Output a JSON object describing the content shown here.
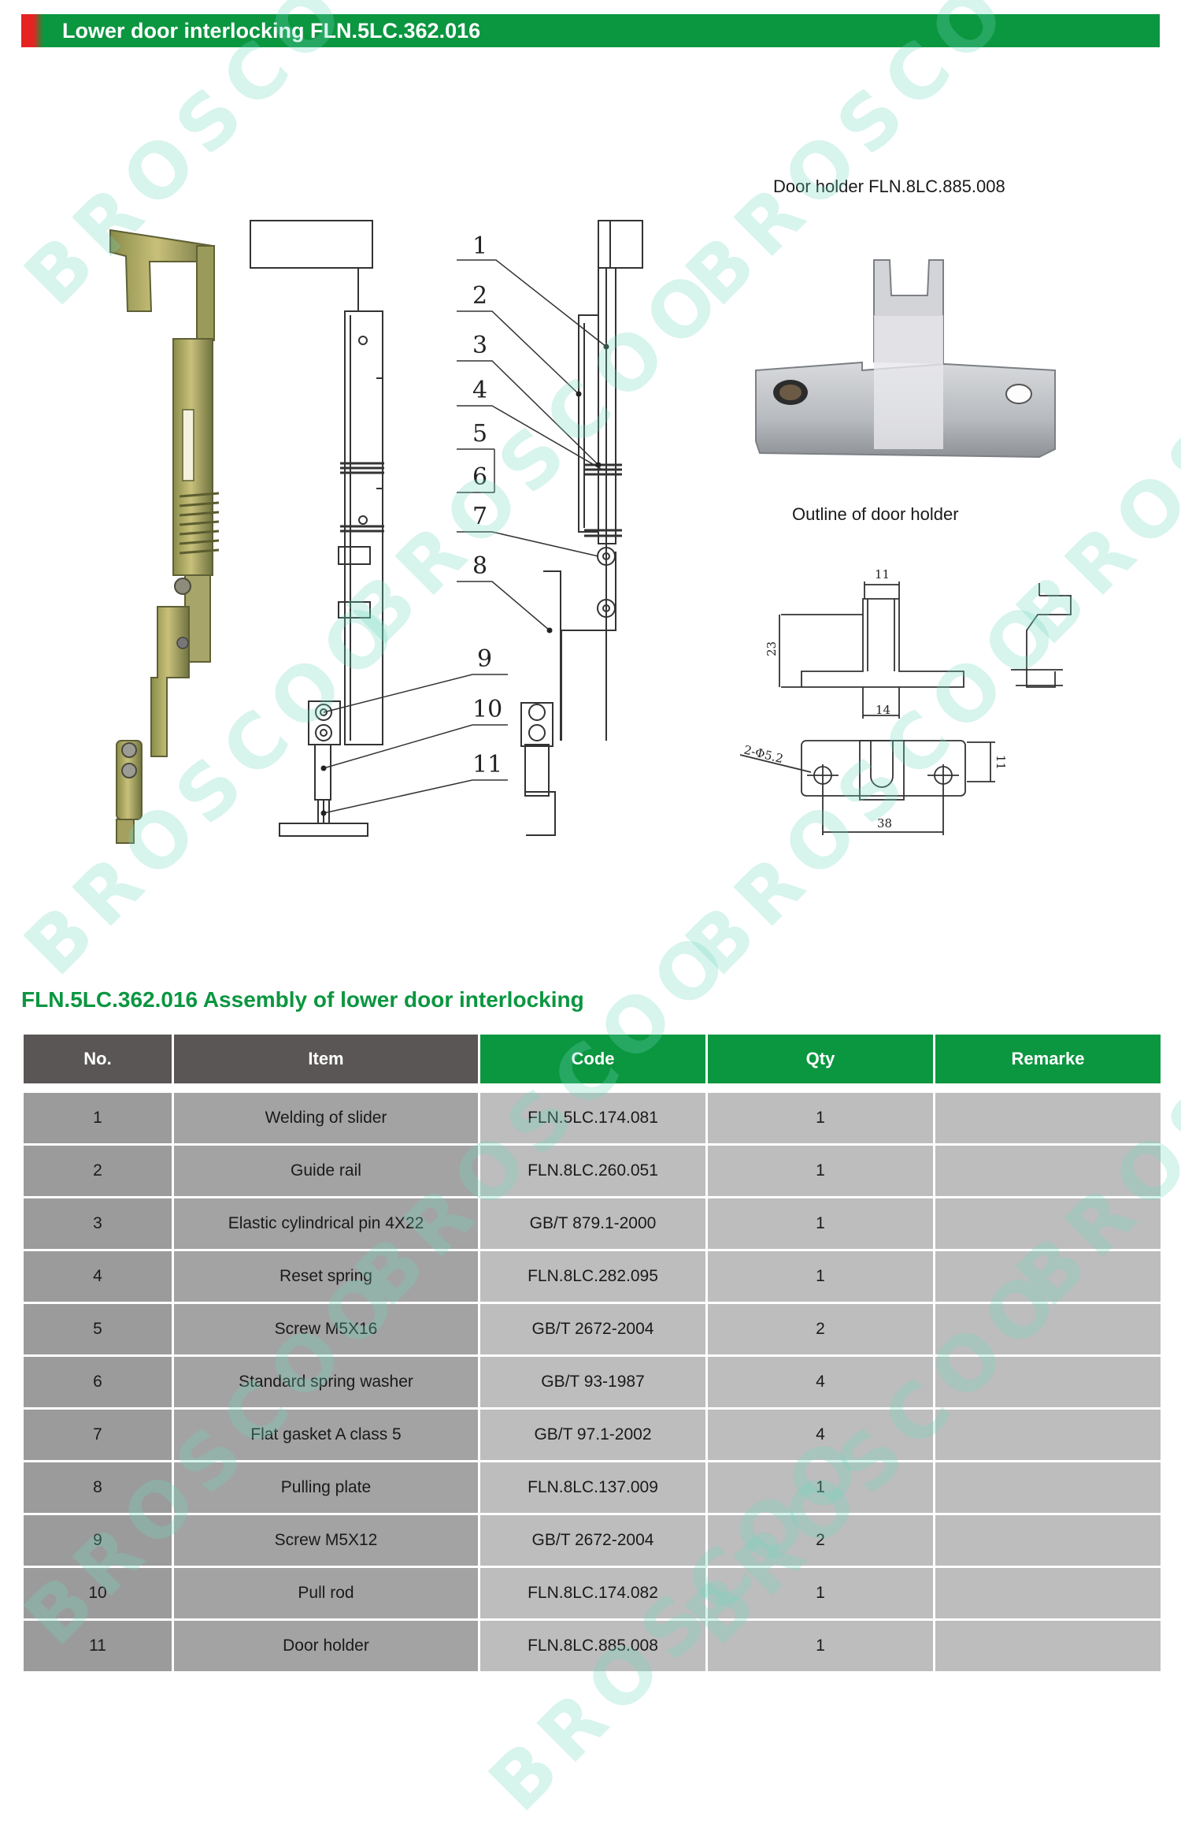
{
  "header": {
    "title": "Lower door interlocking FLN.5LC.362.016",
    "accent_color": "#e52421",
    "brand_color": "#0b9640"
  },
  "figure": {
    "door_holder_caption": "Door holder FLN.8LC.885.008",
    "outline_caption": "Outline of door holder",
    "callouts": [
      "1",
      "2",
      "3",
      "4",
      "5",
      "6",
      "7",
      "8",
      "9",
      "10",
      "11"
    ],
    "dims": {
      "top_width": "11",
      "height": "23",
      "base_gap": "14",
      "thickness": "11",
      "hole": "2-Φ5.2",
      "hole_spacing": "38"
    }
  },
  "section": {
    "title": "FLN.5LC.362.016 Assembly of lower door interlocking"
  },
  "table": {
    "headers": [
      "No.",
      "Item",
      "Code",
      "Qty",
      "Remarke"
    ],
    "rows": [
      [
        "1",
        "Welding of slider",
        "FLN.5LC.174.081",
        "1",
        ""
      ],
      [
        "2",
        "Guide rail",
        "FLN.8LC.260.051",
        "1",
        ""
      ],
      [
        "3",
        "Elastic cylindrical pin 4X22",
        "GB/T 879.1-2000",
        "1",
        ""
      ],
      [
        "4",
        "Reset spring",
        "FLN.8LC.282.095",
        "1",
        ""
      ],
      [
        "5",
        "Screw M5X16",
        "GB/T 2672-2004",
        "2",
        ""
      ],
      [
        "6",
        "Standard spring washer",
        "GB/T 93-1987",
        "4",
        ""
      ],
      [
        "7",
        "Flat gasket A class 5",
        "GB/T 97.1-2002",
        "4",
        ""
      ],
      [
        "8",
        "Pulling plate",
        "FLN.8LC.137.009",
        "1",
        ""
      ],
      [
        "9",
        "Screw M5X12",
        "GB/T 2672-2004",
        "2",
        ""
      ],
      [
        "10",
        "Pull rod",
        "FLN.8LC.174.082",
        "1",
        ""
      ],
      [
        "11",
        "Door holder",
        "FLN.8LC.885.008",
        "1",
        ""
      ]
    ]
  },
  "watermark": "BROSCOO"
}
